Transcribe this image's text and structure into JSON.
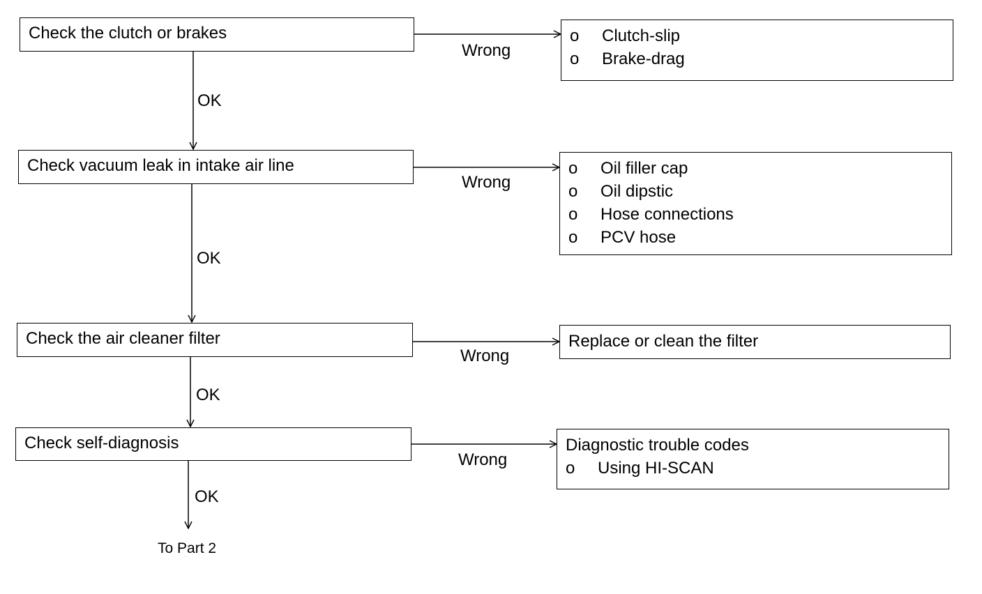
{
  "steps": [
    {
      "label": "Check the clutch or brakes"
    },
    {
      "label": "Check vacuum leak in intake air line"
    },
    {
      "label": "Check the air cleaner filter"
    },
    {
      "label": "Check self-diagnosis"
    }
  ],
  "results": [
    {
      "heading": "",
      "items": [
        "Clutch-slip",
        "Brake-drag"
      ]
    },
    {
      "heading": "",
      "items": [
        "Oil filler cap",
        "Oil dipstic",
        "Hose connections",
        "PCV hose"
      ]
    },
    {
      "heading": "Replace or clean the filter",
      "items": []
    },
    {
      "heading": "Diagnostic trouble codes",
      "items": [
        "Using HI-SCAN"
      ]
    }
  ],
  "bullet_char": "o",
  "wrong_label": "Wrong",
  "ok_label": "OK",
  "end_label": "To Part 2"
}
